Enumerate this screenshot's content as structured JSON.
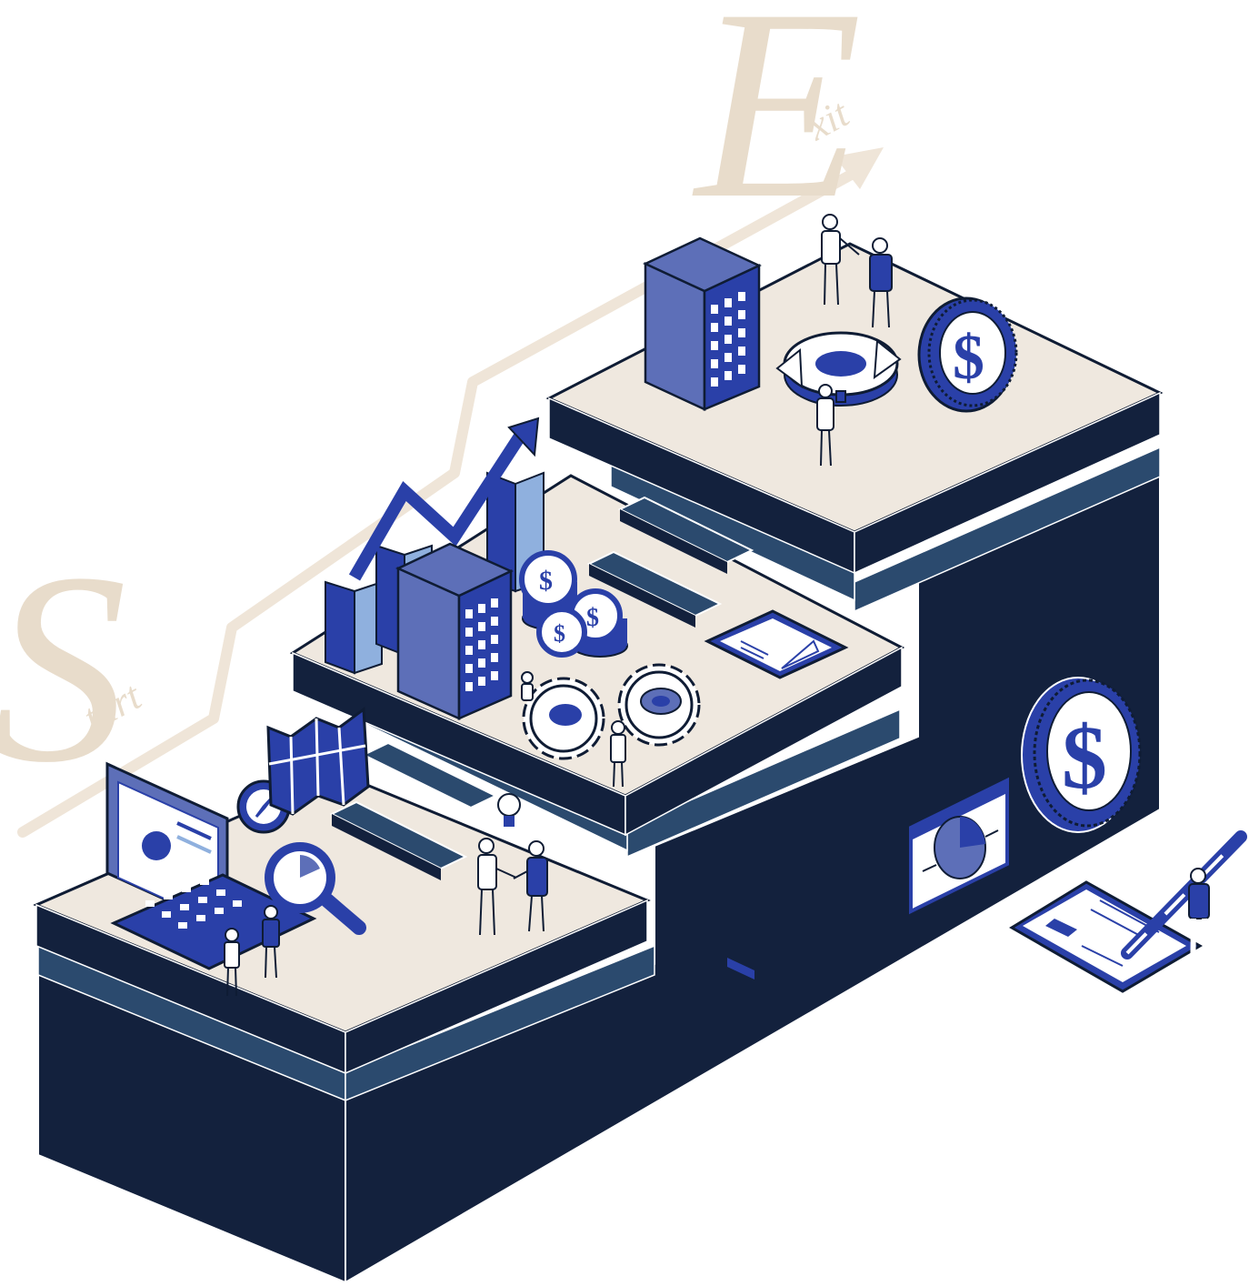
{
  "labels": {
    "start_initial": "S",
    "start_rest": "tart",
    "exit_initial": "E",
    "exit_rest": "xit",
    "currency_symbol": "$"
  },
  "colors": {
    "background": "#ffffff",
    "path_beige": "#efe5d8",
    "label_beige": "#e8dccb",
    "top_surface": "#efe8df",
    "navy_dark": "#13213d",
    "navy_mid": "#2b4a6e",
    "navy_edge": "#0f1c34",
    "accent_blue": "#2a40a8",
    "accent_light": "#5d6fb8",
    "accent_pale": "#8fb0de",
    "white": "#ffffff"
  },
  "icons": {
    "laptop": "laptop-icon",
    "compass": "compass-icon",
    "map": "folded-map-icon",
    "magnifier": "magnifier-icon",
    "lightbulb": "lightbulb-icon",
    "bar_chart": "growth-bar-chart-icon",
    "building": "office-building-icon",
    "coins": "coin-stack-icon",
    "gears": "gears-icon",
    "clipboard": "clipboard-report-icon",
    "cycle": "circular-arrows-icon",
    "dollar_coin": "dollar-coin-icon",
    "pie_panel": "pie-chart-panel-icon",
    "contract": "contract-signing-icon"
  }
}
